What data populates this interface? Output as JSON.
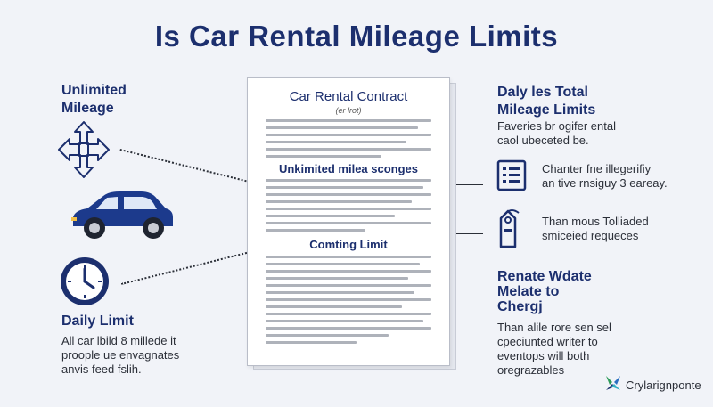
{
  "title": "Is  Car Rental  Mileage Limits",
  "left": {
    "heading": [
      "Unlimited",
      "Mileage"
    ],
    "daily_title": "Daily Limit",
    "daily_body": [
      "All car lbild 8 millede it",
      "proople ue envagnates",
      "anvis feed fslih."
    ]
  },
  "document": {
    "title": "Car Rental Contract",
    "subtitle": "(er lrot)",
    "section1": "Unkimited milea sconges",
    "section2": "Comting Limit"
  },
  "right": {
    "heading": [
      "Daly les Total",
      "Mileage Limits"
    ],
    "body": [
      "Faveries br ogifer ental",
      "caol ubeceted be."
    ],
    "item1": [
      "Chanter fne illegerifiy",
      "an tive rnsiguy 3 eareay."
    ],
    "item2": [
      "Than mous Tolliaded",
      "smiceied requeces"
    ],
    "heading2": [
      "Renate Wdate",
      "Melate to",
      "Chergj"
    ],
    "body2": [
      "Than alile rore sen sel",
      "cpeciunted writer to",
      "eventops will both",
      "oregrazables"
    ]
  },
  "logo": {
    "text": "Crylarignponte"
  },
  "colors": {
    "navy": "#1c2f6e",
    "background": "#f1f3f8",
    "car": "#1c3a8c"
  },
  "icons": [
    "move-arrows-icon",
    "car-icon",
    "clock-icon",
    "checklist-icon",
    "tag-icon",
    "logo-mark-icon"
  ]
}
